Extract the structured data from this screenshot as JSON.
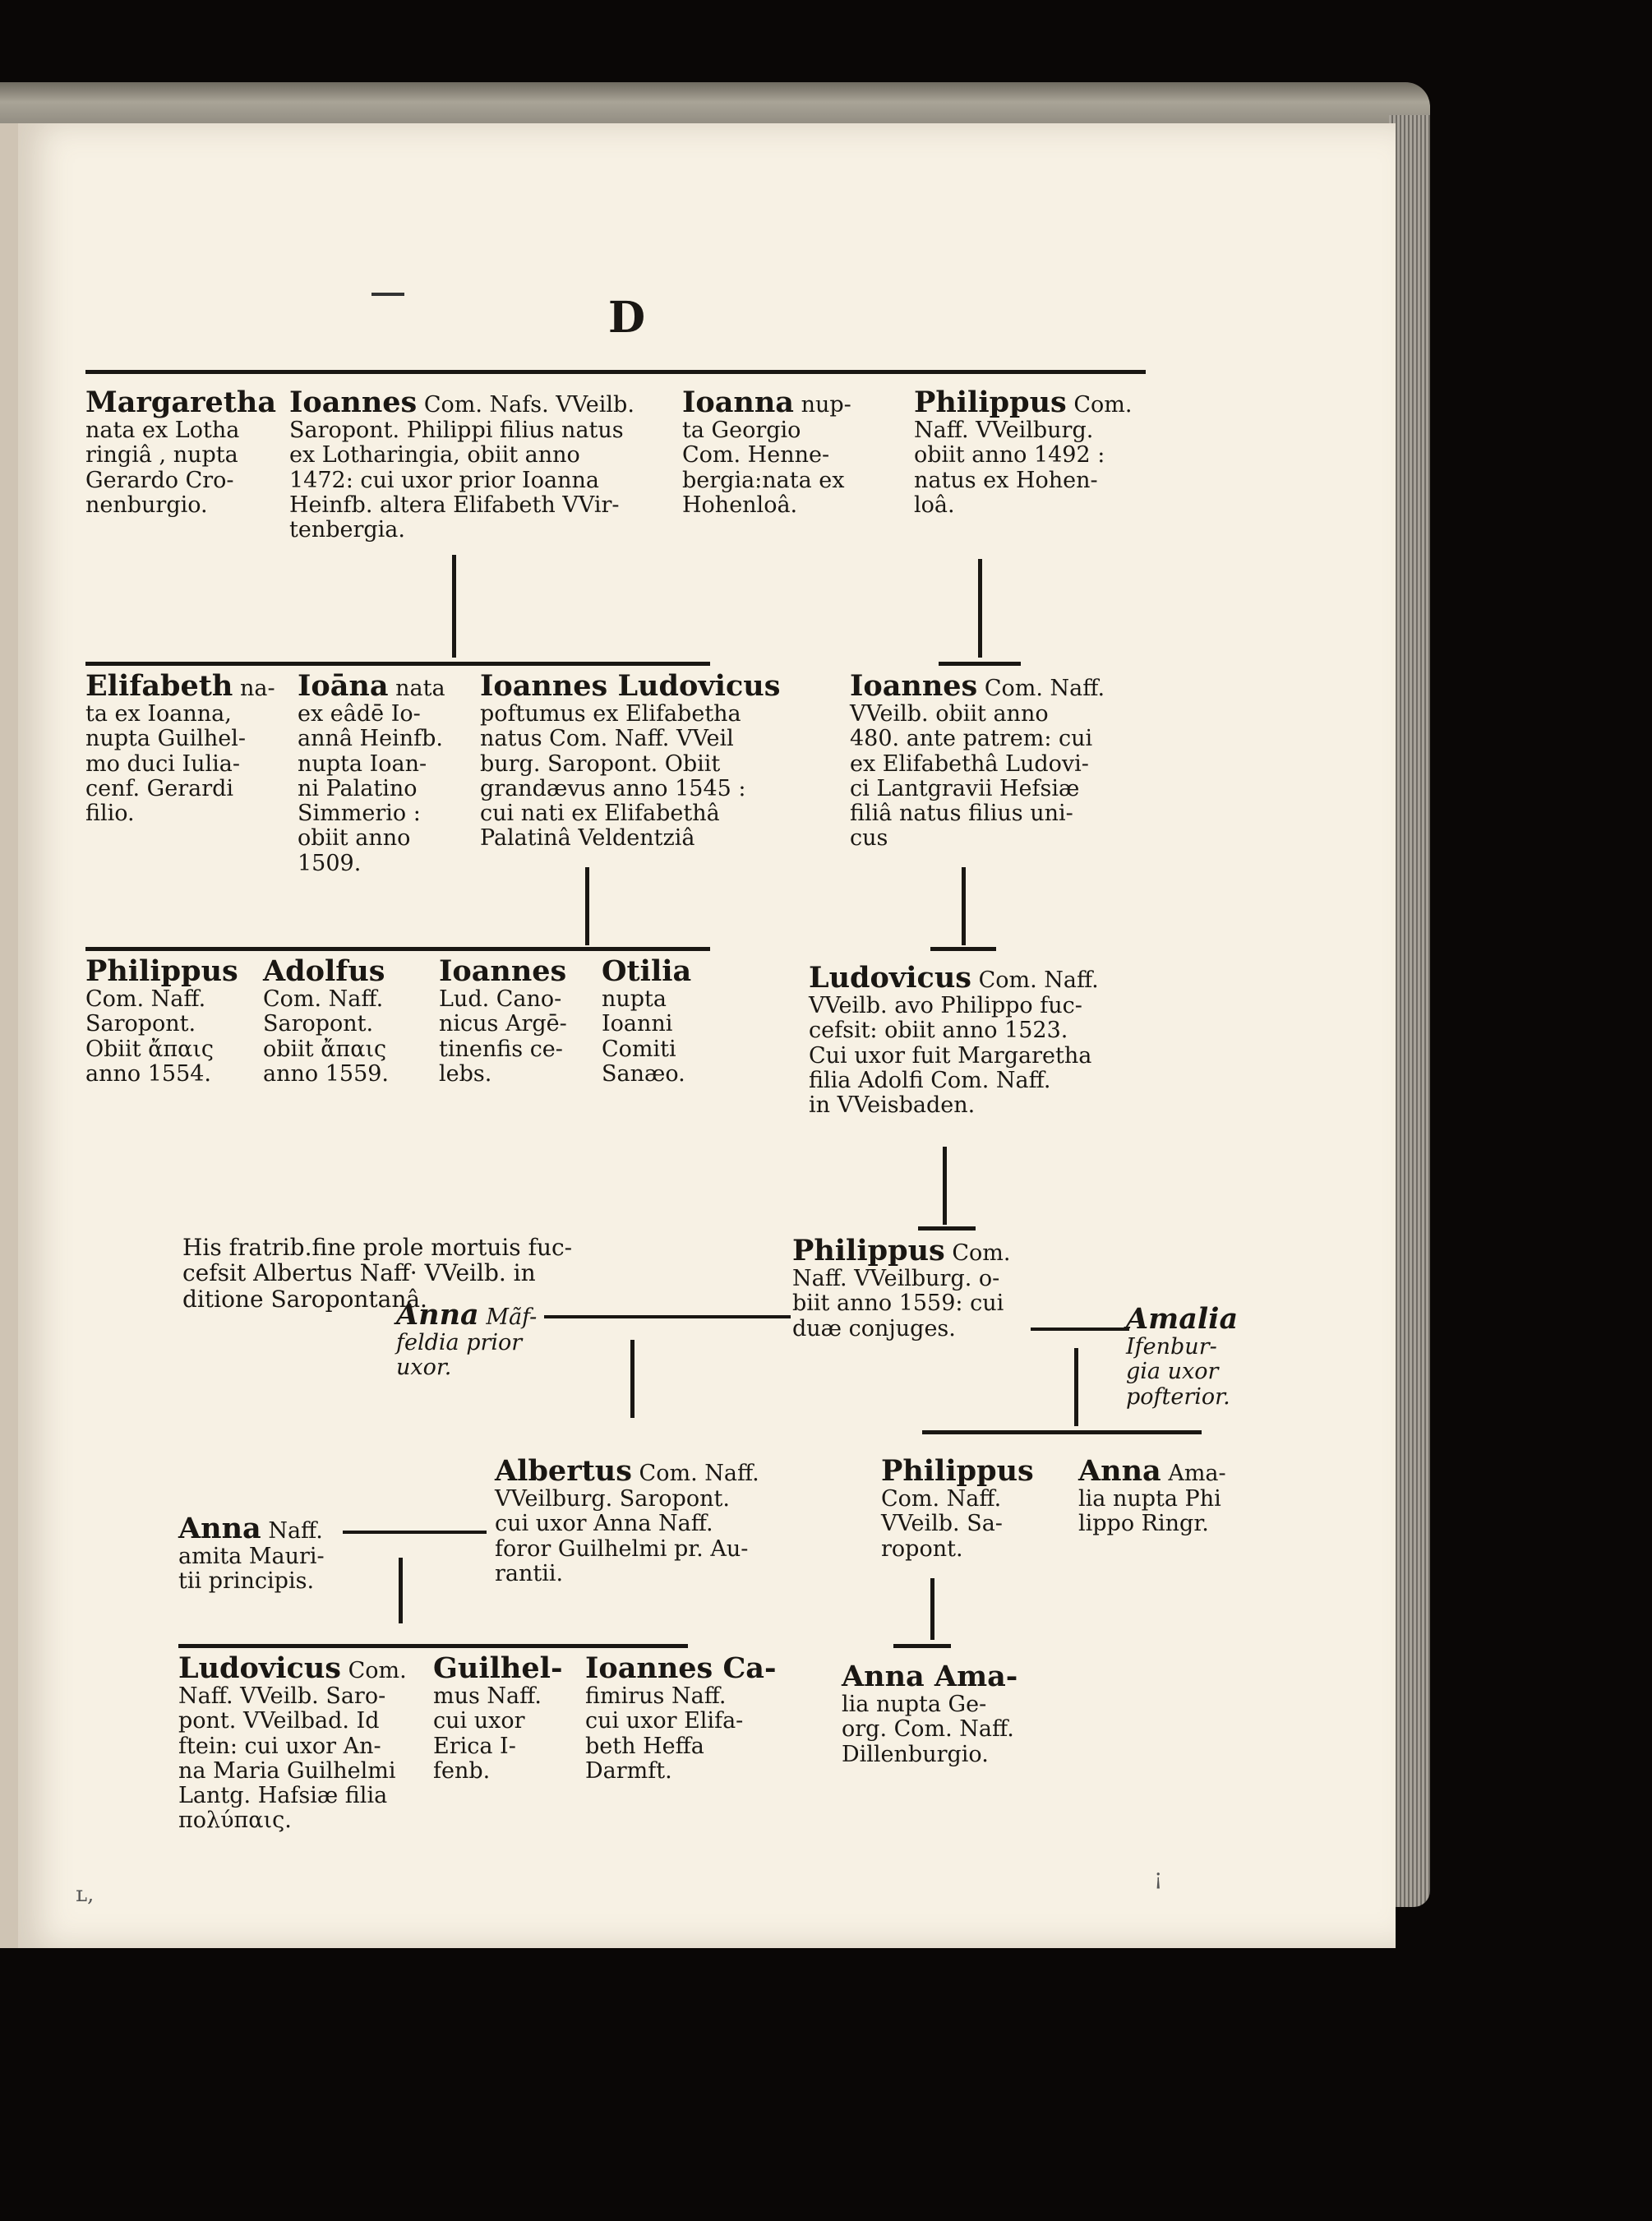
{
  "page": {
    "signature": "D",
    "footnote": "His fratrib.fine prole mortuis fuc-\ncefsit Albertus Naff· VVeilb. in\nditione Saropontanâ.",
    "margin_mark": "ʟ,",
    "side_mark": "¡"
  },
  "entries": {
    "margaretha": {
      "name": "Margaretha",
      "text": "nata ex Lotha\nringiâ , nupta\nGerardo Cro-\nnenburgio."
    },
    "ioannes1": {
      "name": "Ioannes",
      "text": "Com. Nafs. VVeilb.\nSaropont. Philippi filius natus\nex Lotharingia, obiit anno\n1472: cui uxor prior Ioanna\nHeinfb. altera Elifabeth VVir-\ntenbergia."
    },
    "ioanna1": {
      "name": "Ioanna",
      "text": "nup-\nta Georgio\nCom. Henne-\nbergia:nata ex\nHohenloâ."
    },
    "philippus1": {
      "name": "Philippus",
      "text": "Com.\nNaff. VVeilburg.\nobiit anno 1492 :\nnatus ex Hohen-\nloâ."
    },
    "elisabeth": {
      "name": "Elifabeth",
      "text": "na-\nta ex Ioanna,\nnupta Guilhel-\nmo duci Iulia-\ncenf. Gerardi\nfilio."
    },
    "ioanna2": {
      "name": "Ioāna",
      "text": "nata\nex eâdē Io-\nannâ Heinfb.\nnupta Ioan-\nni Palatino\nSimmerio :\nobiit anno\n1509."
    },
    "ioanlud": {
      "name": "Ioannes Ludovicus",
      "text": "poftumus ex Elifabetha\nnatus Com. Naff. VVeil\nburg. Saropont. Obiit\ngrandævus anno 1545 :\ncui nati ex Elifabethâ\nPalatinâ Veldentziâ"
    },
    "ioannes2": {
      "name": "Ioannes",
      "text": "Com. Naff.\nVVeilb. obiit anno\n480. ante patrem: cui\nex Elifabethâ Ludovi-\nci Lantgravii Hefsiæ\nfiliâ natus filius uni-\ncus"
    },
    "philippus2": {
      "name": "Philippus",
      "text": "Com. Naff.\nSaropont.\nObiit ἄπαις\nanno 1554."
    },
    "adolfus": {
      "name": "Adolfus",
      "text": "Com. Naff.\nSaropont.\nobiit ἄπαις\nanno 1559."
    },
    "ioannes3": {
      "name": "Ioannes",
      "text": "Lud. Cano-\nnicus Argē-\ntinenfis ce-\nlebs."
    },
    "otilia": {
      "name": "Otilia",
      "text": "nupta\nIoanni\nComiti\nSanæo."
    },
    "ludovicus1": {
      "name": "Ludovicus",
      "text": "Com. Naff.\nVVeilb. avo Philippo fuc-\ncefsit: obiit anno 1523.\nCui uxor fuit Margaretha\nfilia Adolfi Com. Naff.\nin VVeisbaden."
    },
    "philippus3": {
      "name": "Philippus",
      "text": "Com.\nNaff. VVeilburg. o-\nbiit anno 1559: cui\nduæ conjuges."
    },
    "anna_mansf": {
      "name": "Anna",
      "text": "Mãf-\nfeldia prior\nuxor."
    },
    "amalia": {
      "name": "Amalia",
      "text": "Ifenbur-\ngia uxor\npofterior."
    },
    "albertus": {
      "name": "Albertus",
      "text": "Com. Naff.\nVVeilburg. Saropont.\ncui uxor Anna Naff.\nforor Guilhelmi pr. Au-\nrantii."
    },
    "anna_nass": {
      "name": "Anna",
      "text": "Naff.\namita Mauri-\ntii principis."
    },
    "philippus4": {
      "name": "Philippus",
      "text": "Com. Naff.\nVVeilb. Sa-\nropont."
    },
    "anna_amalia1": {
      "name": "Anna",
      "text": "Ama-\nlia nupta Phi\nlippo Ringr."
    },
    "ludovicus2": {
      "name": "Ludovicus",
      "text": "Com.\nNaff. VVeilb. Saro-\npont. VVeilbad. Id\nftein: cui uxor An-\nna Maria Guilhelmi\nLantg. Hafsiæ filia\nπολύπαις."
    },
    "guilhelmus": {
      "name": "Guilhel-",
      "text": "mus Naff.\ncui uxor\nErica I-\nfenb."
    },
    "ioancas": {
      "name": "Ioannes Ca-",
      "text": "fimirus Naff.\ncui uxor Elifa-\nbeth Heffa\nDarmft."
    },
    "anna_amalia2": {
      "name": "Anna Ama-",
      "text": "lia nupta Ge-\norg. Com. Naff.\nDillenburgio."
    }
  }
}
